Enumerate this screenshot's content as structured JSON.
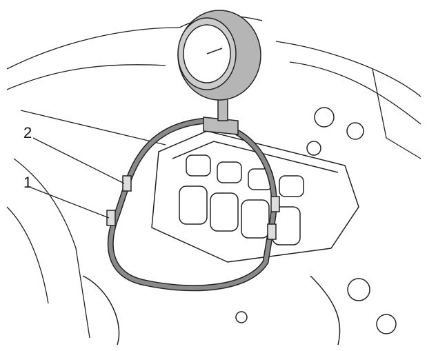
{
  "diagram": {
    "callouts": [
      {
        "number": "2",
        "target": "hose-fitting-upper"
      },
      {
        "number": "1",
        "target": "hose-fitting-lower"
      }
    ],
    "colors": {
      "line": "#222222",
      "hose": "#8a8a8a",
      "gauge": "#b5b5b5"
    }
  }
}
